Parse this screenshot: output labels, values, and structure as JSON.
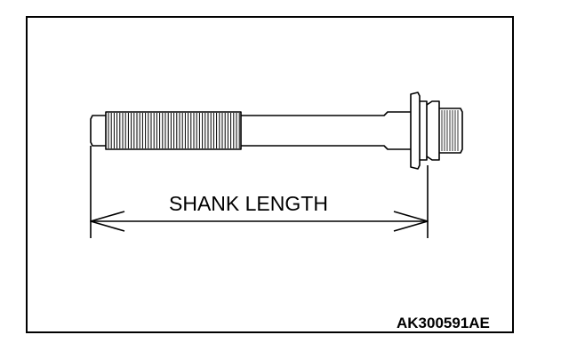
{
  "diagram": {
    "part": "bolt",
    "dimension_label": "SHANK LENGTH",
    "figure_code": "AK300591AE",
    "line_color": "#000000",
    "background": "#ffffff"
  }
}
